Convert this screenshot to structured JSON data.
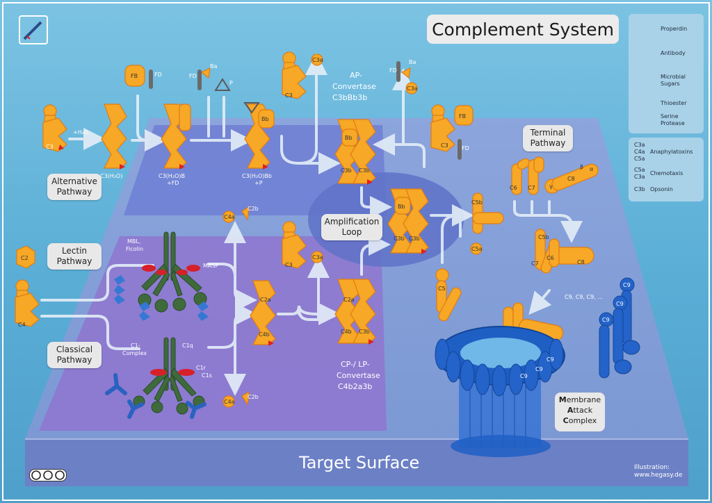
{
  "title": "Complement System",
  "target_surface": "Target Surface",
  "credit": {
    "line1": "Illustration:",
    "line2": "www.hegasy.de"
  },
  "pathways": {
    "alternative": "Alternative Pathway",
    "lectin": "Lectin Pathway",
    "classical": "Classical Pathway",
    "terminal": "Terminal Pathway",
    "amplification": "Amplification Loop"
  },
  "mac": {
    "l1_b": "M",
    "l1_r": "embrane",
    "l2_b": "A",
    "l2_r": "ttack",
    "l3_b": "C",
    "l3_r": "omplex"
  },
  "convertases": {
    "ap_l1": "AP-",
    "ap_l2": "Convertase",
    "ap_l3": "C3bBb3b",
    "cp_l1": "CP-/ LP-",
    "cp_l2": "Convertase",
    "cp_l3": "C4b2a3b"
  },
  "molecules": {
    "c3": "C3",
    "c3_h2o": "C3(H₂O)",
    "c3h2ob": "C3(H₂O)B",
    "fd_plus": "+FD",
    "c3h2obb": "C3(H₂O)Bb",
    "p_plus": "+P",
    "h2o": "+H₂O",
    "fb": "FB",
    "fd": "FD",
    "ba": "Ba",
    "bb": "Bb",
    "p": "P",
    "c3a": "C3a",
    "c3b": "C3b",
    "c2": "C2",
    "c4": "C4",
    "c4a": "C4a",
    "c2b": "C2b",
    "c2a": "C2a",
    "c4b": "C4b",
    "mbl": "MBL,",
    "ficolin": "Ficolin",
    "masp": "MASP",
    "c1_l1": "C1-",
    "c1_l2": "Complex",
    "c1q": "C1q",
    "c1r": "C1r",
    "c1s": "C1s",
    "c5": "C5",
    "c5a": "C5a",
    "c5b": "C5b",
    "c6": "C6",
    "c7": "C7",
    "c8": "C8",
    "gamma": "γ",
    "beta": "β",
    "alpha": "α",
    "c9": "C9",
    "c9_many": "C9, C9, C9, ..."
  },
  "legend": {
    "properdin": "Properdin",
    "antibody": "Antibody",
    "sugars_l1": "Microbial",
    "sugars_l2": "Sugars",
    "thioester": "Thioester",
    "serine_l1": "Serine",
    "serine_l2": "Protease",
    "c3a": "C3a",
    "c4a": "C4a",
    "c5a": "C5a",
    "anaphylatoxins": "Anaphylatoxins",
    "c5a2": "C5a",
    "c3a2": "C3a",
    "chemotaxis": "Chemotaxis",
    "c3b": "C3b",
    "opsonin": "Opsonin"
  },
  "colors": {
    "protein": "#f7a826",
    "protein_edge": "#e07b12",
    "mac": "#2a63c9",
    "c1": "#3f6b3c",
    "thioester": "#e02020"
  }
}
